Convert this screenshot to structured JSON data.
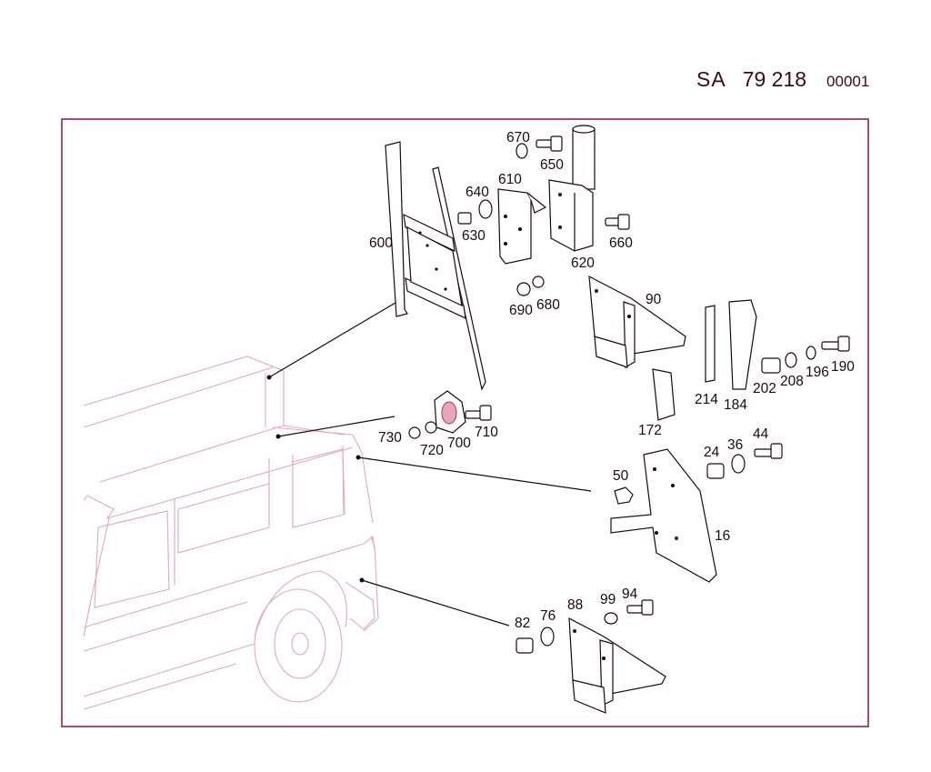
{
  "header": {
    "code": "SA",
    "number": "79 218",
    "sheet": "00001"
  },
  "colors": {
    "frame": "#8a1538",
    "vehicle_outline": "#e6a7b8",
    "ink": "#1e0710"
  },
  "callouts": [
    "670",
    "650",
    "640",
    "610",
    "630",
    "600",
    "660",
    "620",
    "690",
    "680",
    "90",
    "214",
    "184",
    "202",
    "208",
    "196",
    "190",
    "172",
    "730",
    "720",
    "700",
    "710",
    "24",
    "36",
    "44",
    "50",
    "16",
    "82",
    "76",
    "88",
    "99",
    "94"
  ]
}
